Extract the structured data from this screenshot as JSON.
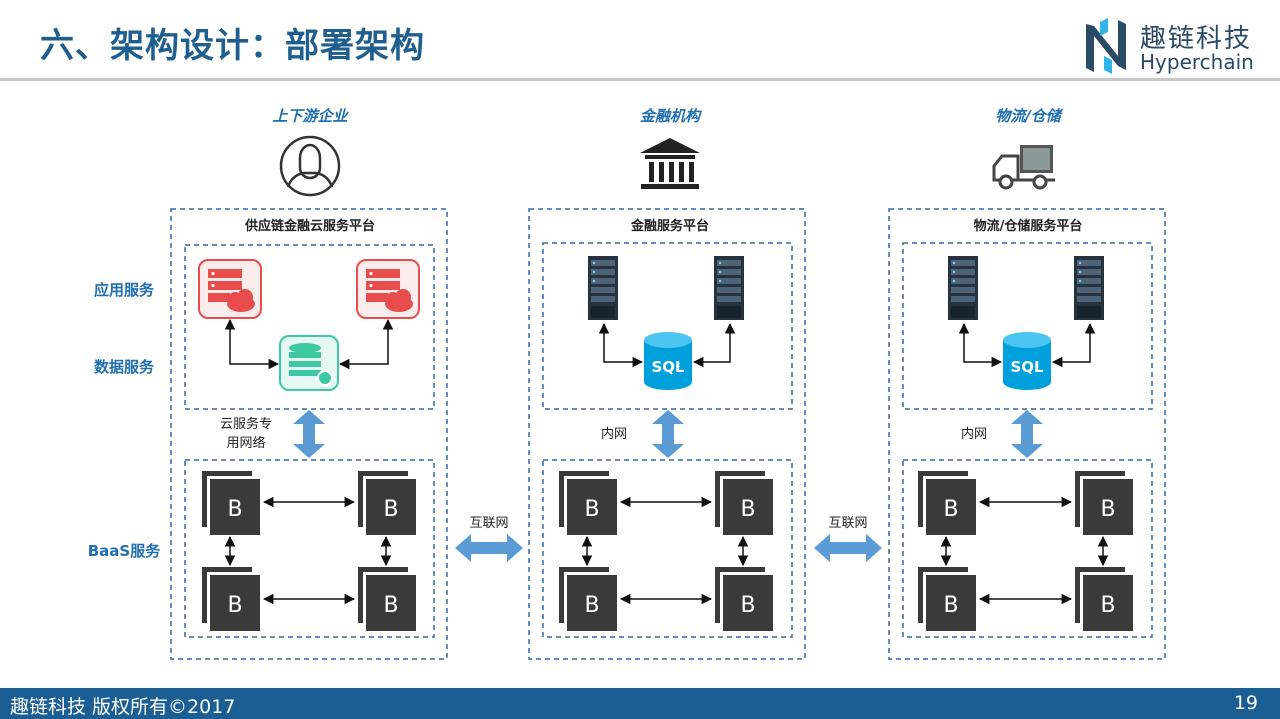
{
  "header": {
    "title": "六、架构设计：部署架构",
    "logo_cn": "趣链科技",
    "logo_en": "Hyperchain"
  },
  "footer": {
    "copyright": "趣链科技 版权所有©2017",
    "page_number": "19"
  },
  "row_labels": {
    "app": "应用服务",
    "data": "数据服务",
    "baas": "BaaS服务"
  },
  "columns": [
    {
      "heading": "上下游企业",
      "icon": "user-icon",
      "platform": "供应链金融云服务平台",
      "network_label": "云服务专用网络"
    },
    {
      "heading": "金融机构",
      "icon": "bank-icon",
      "platform": "金融服务平台",
      "network_label": "内网"
    },
    {
      "heading": "物流/仓储",
      "icon": "truck-icon",
      "platform": "物流/仓储服务平台",
      "network_label": "内网"
    }
  ],
  "links": {
    "internet_1": "互联网",
    "internet_2": "互联网"
  },
  "node_label": "B",
  "db_label": "SQL",
  "colors": {
    "accent": "#1f5f8f",
    "dash": "#2e6aa8",
    "arrow": "#5b9bd5",
    "node": "#3a3a3a",
    "red_server": "#e84c4c",
    "green_db": "#3cc9a4",
    "sql_db": "#00a0dc"
  }
}
